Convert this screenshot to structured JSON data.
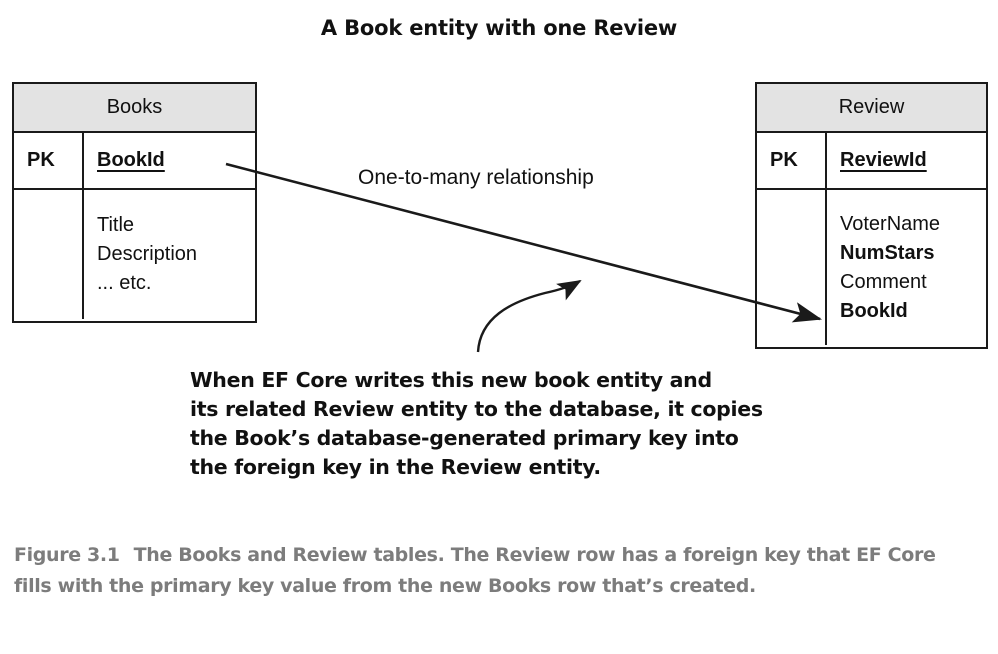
{
  "figure": {
    "title": "A Book entity with one Review",
    "caption_label": "Figure 3.1",
    "caption_text": "The Books and Review tables. The Review row has a foreign key that EF Core fills with the primary key value from the new Books row that’s created."
  },
  "books_table": {
    "name": "Books",
    "key_label": "PK",
    "primary_key": "BookId",
    "fields": [
      {
        "name": "Title",
        "bold": false
      },
      {
        "name": "Description",
        "bold": false
      },
      {
        "name": "... etc.",
        "bold": false
      }
    ]
  },
  "review_table": {
    "name": "Review",
    "key_label": "PK",
    "primary_key": "ReviewId",
    "fields": [
      {
        "name": "VoterName",
        "bold": false
      },
      {
        "name": "NumStars",
        "bold": true
      },
      {
        "name": "Comment",
        "bold": false
      },
      {
        "name": "BookId",
        "bold": true
      }
    ]
  },
  "relationship": {
    "label": "One-to-many relationship"
  },
  "callout": {
    "lines": [
      "When EF Core writes this new book entity and",
      "its related Review entity to the database, it copies",
      "the Book’s database-generated primary key into",
      "the foreign key in the Review entity."
    ]
  },
  "colors": {
    "header_fill": "#e3e3e3",
    "border": "#1a1a1a",
    "text": "#111111",
    "caption": "#7c7c7c",
    "background": "#ffffff"
  }
}
